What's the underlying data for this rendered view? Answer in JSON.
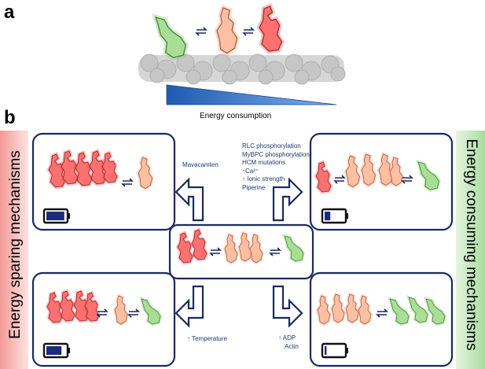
{
  "panels": {
    "a": "a",
    "b": "b"
  },
  "energy_consumption_label": "Energy consumption",
  "side_labels": {
    "left": "Energy sparing mechanisms",
    "right": "Energy consuming mechanisms"
  },
  "mechanisms": {
    "top_left": [
      "Mavacamten"
    ],
    "top_right": [
      "RLC phosphorylation",
      "MyBPC phosphorylation",
      "HCM mutations",
      "↑Ca²⁺",
      "↑ Ionic strength",
      "Piperine"
    ],
    "bottom_left": [
      "↑ Temperature"
    ],
    "bottom_right": [
      "↑ ADP",
      "Actin"
    ]
  },
  "battery_levels": {
    "top_left": 0.95,
    "top_right": 0.3,
    "bottom_left": 0.8,
    "bottom_right": 0.1
  },
  "colors": {
    "red_state": "#ff6b6b",
    "orange_state": "#ffb59a",
    "green_state": "#9fd98a",
    "frame": "#1a2a5e",
    "wedge": "#2f6fc2",
    "left_band": "#f7b8b5",
    "right_band": "#bfe5b8"
  }
}
